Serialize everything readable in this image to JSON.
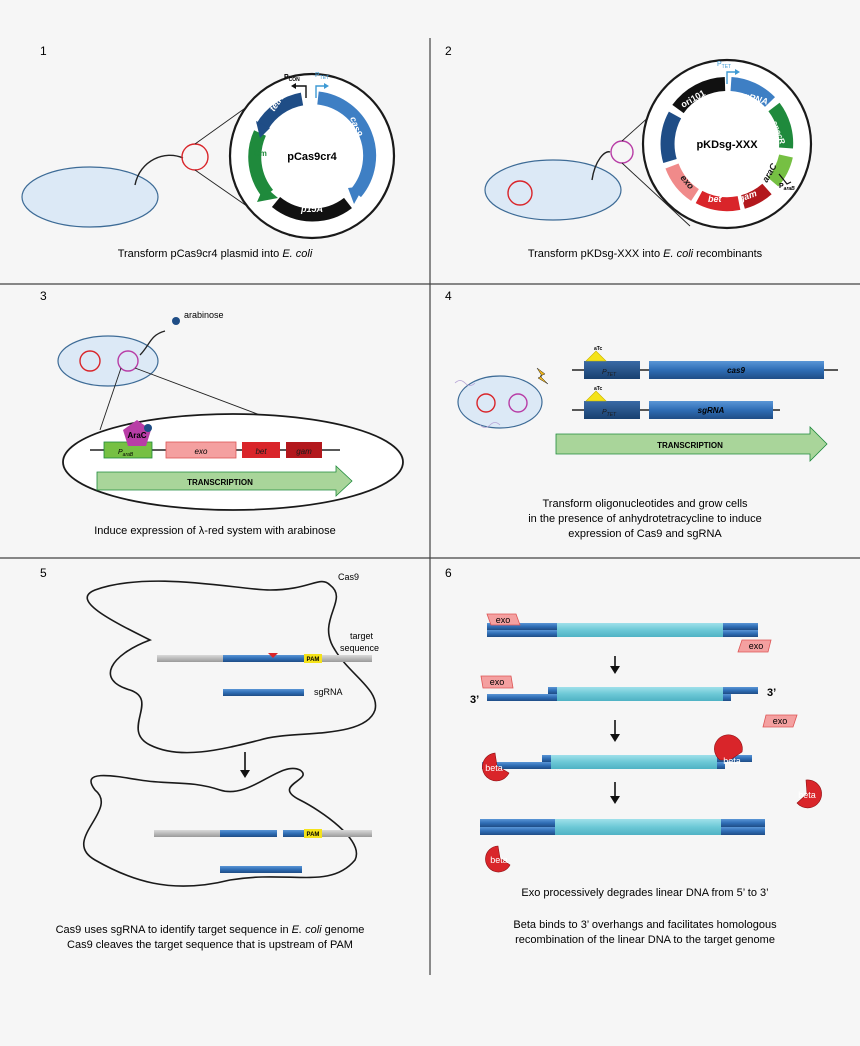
{
  "panels": {
    "p1": {
      "number": "1",
      "plasmid_name": "pCas9cr4",
      "seg_tetR": "tetR",
      "seg_cas9": "cas9",
      "seg_cm": "Cm",
      "seg_p15a": "p15A",
      "prom_con": "P",
      "prom_con_sub": "CON",
      "prom_tet": "P",
      "prom_tet_sub": "TET",
      "caption_a": "Transform pCas9cr4 plasmid into ",
      "caption_b": "E. coli"
    },
    "p2": {
      "number": "2",
      "plasmid_name": "pKDsg-XXX",
      "seg_ori": "ori101",
      "seg_sgrna": "sgRNA",
      "seg_specr": "specR",
      "seg_repa": "repA",
      "seg_arac": "araC",
      "seg_gam": "gam",
      "seg_bet": "bet",
      "seg_exo": "exo",
      "prom_tet": "P",
      "prom_tet_sub": "TET",
      "prom_ara": "P",
      "prom_ara_sub": "araB",
      "caption_a": "Transform pKDsg-XXX into ",
      "caption_b": "E. coli",
      "caption_c": " recombinants"
    },
    "p3": {
      "number": "3",
      "arabinose": "arabinose",
      "arac": "AraC",
      "prom": "P",
      "prom_sub": "araB",
      "exo": "exo",
      "bet": "bet",
      "gam": "gam",
      "transcription": "TRANSCRIPTION",
      "caption": "Induce expression of λ-red system with arabinose"
    },
    "p4": {
      "number": "4",
      "atc1": "aTc",
      "atc2": "aTc",
      "prom1": "P",
      "prom1_sub": "TET",
      "prom2": "P",
      "prom2_sub": "TET",
      "cas9": "cas9",
      "sgrna": "sgRNA",
      "transcription": "TRANSCRIPTION",
      "caption_lines": [
        "Transform oligonucleotides and grow cells",
        "in the presence of anhydrotetracycline to induce",
        "expression of Cas9 and sgRNA"
      ]
    },
    "p5": {
      "number": "5",
      "cas9": "Cas9",
      "target_line1": "target",
      "target_line2": "sequence",
      "pam1": "PAM",
      "pam2": "PAM",
      "sgrna": "sgRNA",
      "caption_line1_a": "Cas9 uses sgRNA to identify target sequence in ",
      "caption_line1_b": "E. coli",
      "caption_line1_c": " genome",
      "caption_line2": "Cas9 cleaves the target sequence that is upstream of PAM"
    },
    "p6": {
      "number": "6",
      "exo1": "exo",
      "exo2": "exo",
      "exo3": "exo",
      "exo4": "exo",
      "three_prime_left": "3’",
      "three_prime_right": "3’",
      "beta1": "beta",
      "beta2": "beta",
      "beta3": "beta",
      "beta4": "beta",
      "caption1": "Exo processively degrades linear DNA from 5’ to 3’",
      "caption2_line1": "Beta binds to 3’ overhangs and facilitates homologous",
      "caption2_line2": "recombination of the linear DNA to the target genome"
    }
  },
  "colors": {
    "background": "#f6f6f6",
    "cell_fill": "#dce9f6",
    "cell_stroke": "#3d6b96",
    "dark_blue": "#1f4d86",
    "mid_blue": "#3e7fc4",
    "light_blue": "#5aa0dc",
    "cyan": "#7ed0dc",
    "green_dark": "#1f8a3c",
    "green_light": "#76c043",
    "red": "#d9252a",
    "dark_red": "#b3181d",
    "pink": "#f08a8a",
    "magenta": "#b83da6",
    "yellow": "#f5e31a",
    "grey": "#b9b9b9",
    "arrow_green": "#a9d59a"
  }
}
